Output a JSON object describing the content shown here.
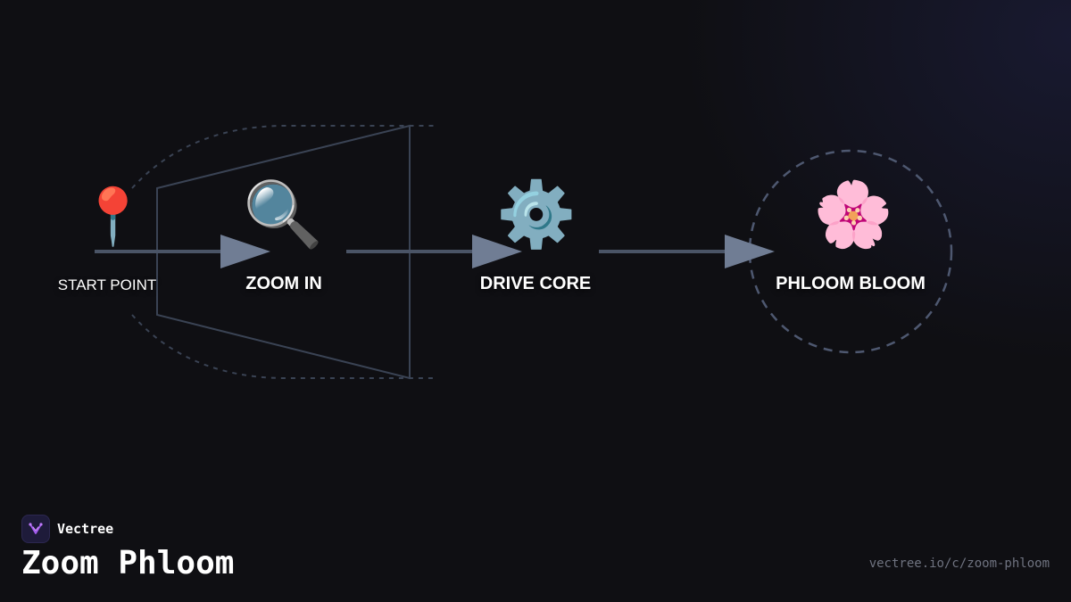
{
  "nodes": [
    {
      "id": "start",
      "label": "START POINT",
      "icon": "round-pushpin-icon",
      "glyph": "📍"
    },
    {
      "id": "zoom",
      "label": "ZOOM IN",
      "icon": "magnifying-glass-icon",
      "glyph": "🔍"
    },
    {
      "id": "drive",
      "label": "DRIVE CORE",
      "icon": "gear-icon",
      "glyph": "⚙️"
    },
    {
      "id": "bloom",
      "label": "PHLOOM BLOOM",
      "icon": "cherry-blossom-icon",
      "glyph": "🌸"
    }
  ],
  "colors": {
    "background": "#0f0f13",
    "arrow": "#707d94",
    "arrow_line": "#4a5466",
    "frame": "#3a4354",
    "dashed": "#4e5870",
    "logo_accent": "#a35cf0"
  },
  "brand": {
    "name": "Vectree",
    "logo_icon": "vectree-logo-icon"
  },
  "title": "Zoom Phloom",
  "footer_url": "vectree.io/c/zoom-phloom"
}
